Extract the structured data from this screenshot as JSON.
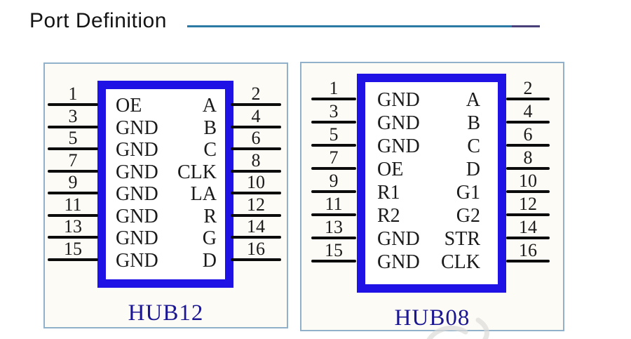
{
  "page": {
    "title": "Port Definition"
  },
  "colors": {
    "chip_blue": "#1e13e4",
    "caption_navy": "#1b1691",
    "rule_teal": "#2a7aa5",
    "panel_border": "#91b0c9",
    "panel_bg": "#fdfbf6"
  },
  "connectors": [
    {
      "name": "HUB12",
      "rows": [
        {
          "pin_left": "1",
          "label_left": "OE",
          "label_right": "A",
          "pin_right": "2"
        },
        {
          "pin_left": "3",
          "label_left": "GND",
          "label_right": "B",
          "pin_right": "4"
        },
        {
          "pin_left": "5",
          "label_left": "GND",
          "label_right": "C",
          "pin_right": "6"
        },
        {
          "pin_left": "7",
          "label_left": "GND",
          "label_right": "CLK",
          "pin_right": "8"
        },
        {
          "pin_left": "9",
          "label_left": "GND",
          "label_right": "LA",
          "pin_right": "10"
        },
        {
          "pin_left": "11",
          "label_left": "GND",
          "label_right": "R",
          "pin_right": "12"
        },
        {
          "pin_left": "13",
          "label_left": "GND",
          "label_right": "G",
          "pin_right": "14"
        },
        {
          "pin_left": "15",
          "label_left": "GND",
          "label_right": "D",
          "pin_right": "16"
        }
      ]
    },
    {
      "name": "HUB08",
      "rows": [
        {
          "pin_left": "1",
          "label_left": "GND",
          "label_right": "A",
          "pin_right": "2"
        },
        {
          "pin_left": "3",
          "label_left": "GND",
          "label_right": "B",
          "pin_right": "4"
        },
        {
          "pin_left": "5",
          "label_left": "GND",
          "label_right": "C",
          "pin_right": "6"
        },
        {
          "pin_left": "7",
          "label_left": "OE",
          "label_right": "D",
          "pin_right": "8"
        },
        {
          "pin_left": "9",
          "label_left": "R1",
          "label_right": "G1",
          "pin_right": "10"
        },
        {
          "pin_left": "11",
          "label_left": "R2",
          "label_right": "G2",
          "pin_right": "12"
        },
        {
          "pin_left": "13",
          "label_left": "GND",
          "label_right": "STR",
          "pin_right": "14"
        },
        {
          "pin_left": "15",
          "label_left": "GND",
          "label_right": "CLK",
          "pin_right": "16"
        }
      ]
    }
  ]
}
